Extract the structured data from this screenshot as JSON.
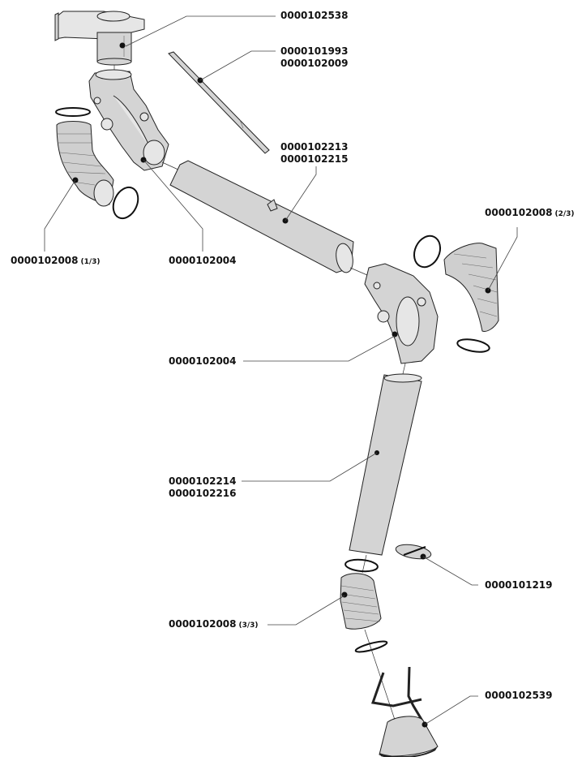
{
  "parts": [
    {
      "id": "wall-bracket",
      "numbers": [
        "0000102538"
      ]
    },
    {
      "id": "support-rod",
      "numbers": [
        "0000101993",
        "0000102009"
      ]
    },
    {
      "id": "upper-tube",
      "numbers": [
        "0000102213",
        "0000102215"
      ]
    },
    {
      "id": "hose-2",
      "numbers": [
        "0000102008"
      ],
      "note": "(2/3)"
    },
    {
      "id": "hose-1",
      "numbers": [
        "0000102008"
      ],
      "note": "(1/3)"
    },
    {
      "id": "joint-upper",
      "numbers": [
        "0000102004"
      ]
    },
    {
      "id": "joint-middle",
      "numbers": [
        "0000102004"
      ]
    },
    {
      "id": "lower-tube",
      "numbers": [
        "0000102214",
        "0000102216"
      ]
    },
    {
      "id": "valve",
      "numbers": [
        "0000101219"
      ]
    },
    {
      "id": "hose-3",
      "numbers": [
        "0000102008"
      ],
      "note": "(3/3)"
    },
    {
      "id": "hood",
      "numbers": [
        "0000102539"
      ]
    }
  ]
}
